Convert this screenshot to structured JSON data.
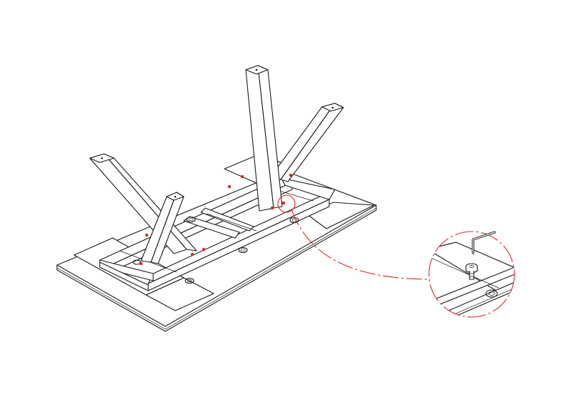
{
  "figure": {
    "ink_color": "#1a1a1a",
    "accent_color": "#d7262b",
    "parts": {
      "tabletop": "tabletop-panel",
      "frame": "apron-frame",
      "legs": [
        "leg-front-left-a",
        "leg-front-left-b",
        "leg-back-right-a",
        "leg-back-right-b"
      ],
      "detail": "magnified-detail-circle",
      "tool": "hex-key-icon",
      "fastener": "bolt-icon"
    }
  }
}
